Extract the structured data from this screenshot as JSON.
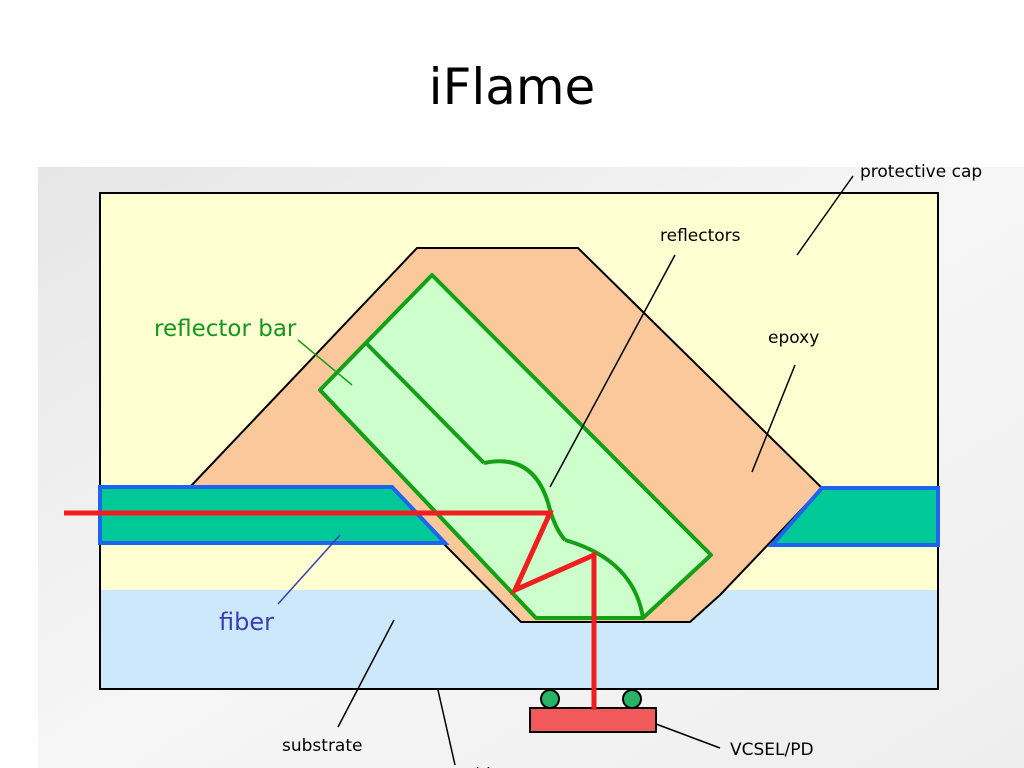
{
  "slide": {
    "title": "iFlame"
  },
  "diagram": {
    "labels": {
      "protective_cap": "protective cap",
      "reflectors": "reflectors",
      "reflector_bar": "reflector bar",
      "epoxy": "epoxy",
      "fiber": "fiber",
      "substrate": "substrate",
      "vcsel_pd": "VCSEL/PD",
      "solder": "solder"
    },
    "colors": {
      "cap": "#FFFFD2",
      "epoxy": "#FAC89B",
      "reflector_fill": "#CCFFCC",
      "reflector_stroke": "#14A014",
      "fiber_fill": "#00C896",
      "fiber_stroke": "#1E64F0",
      "substrate": "#CCE8FA",
      "beam": "#F01E1E",
      "vcsel": "#F05A5A",
      "solder_ball": "#28B464",
      "reflector_bar_text": "#14961E",
      "fiber_text": "#3C3CB4"
    }
  }
}
